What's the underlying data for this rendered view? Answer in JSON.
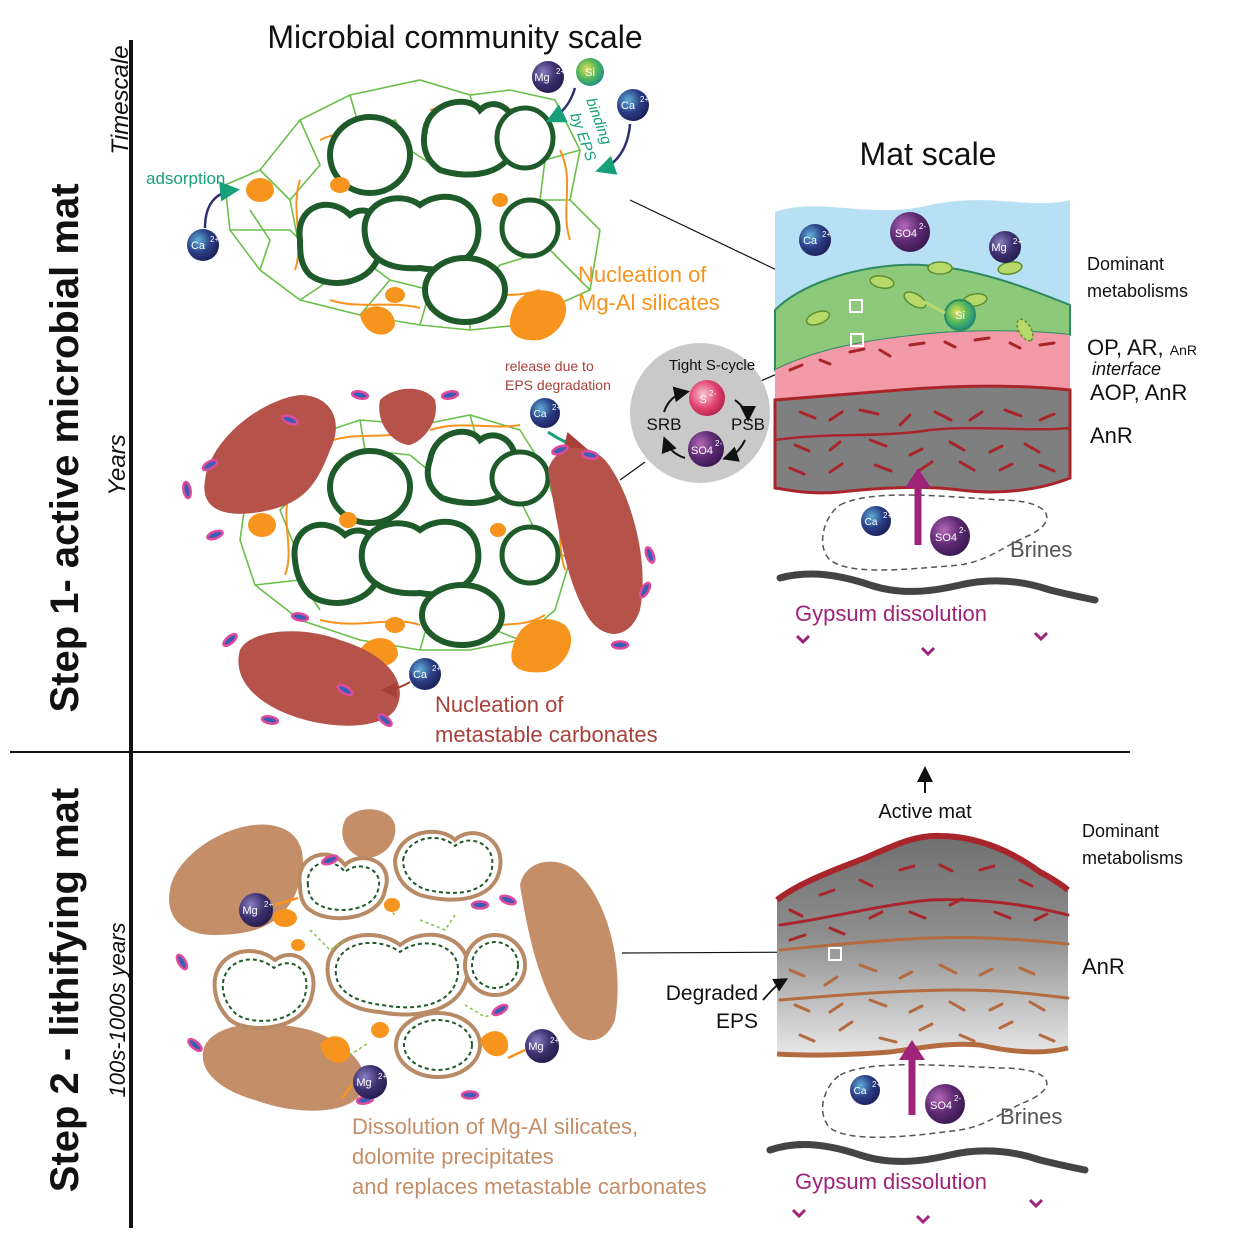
{
  "headings": {
    "microbial_scale": "Microbial community scale",
    "mat_scale": "Mat scale"
  },
  "axis": {
    "timescale": "Timescale",
    "years": "Years",
    "years_long": "100s-1000s years",
    "step1": "Step 1- active microbial mat",
    "step2": "Step 2 - lithifying mat"
  },
  "step1": {
    "ions": {
      "ca": "Ca",
      "mg": "Mg",
      "si": "Si",
      "so4": "SO4",
      "charge_2plus": "2+",
      "charge_2minus": "2-",
      "s": "S"
    },
    "adsorption": "adsorption",
    "binding": "binding",
    "by_eps": "by EPS",
    "nucleation_silicates_1": "Nucleation of",
    "nucleation_silicates_2": "Mg-Al silicates",
    "release_1": "release due to",
    "release_2": "EPS degradation",
    "s_cycle": {
      "title": "Tight S-cycle",
      "srb": "SRB",
      "psb": "PSB"
    },
    "nucleation_carbonates_1": "Nucleation of",
    "nucleation_carbonates_2": "metastable carbonates",
    "dominant_1": "Dominant",
    "dominant_2": "metabolisms",
    "layer_op": "OP, AR,",
    "layer_op_small": "AnR",
    "interface": "interface",
    "layer_aop": "AOP, AnR",
    "layer_anr": "AnR",
    "brines": "Brines",
    "gypsum": "Gypsum dissolution"
  },
  "step2": {
    "active_mat": "Active mat",
    "dominant_1": "Dominant",
    "dominant_2": "metabolisms",
    "layer_anr": "AnR",
    "degraded_1": "Degraded",
    "degraded_2": "EPS",
    "brines": "Brines",
    "gypsum": "Gypsum dissolution",
    "dissolution_1": "Dissolution of Mg-Al silicates,",
    "dissolution_2": "dolomite precipitates",
    "dissolution_3": "and replaces metastable carbonates"
  },
  "colors": {
    "dark_green": "#1e5a2a",
    "eps_green": "#6abf4b",
    "eps_orange": "#f7941d",
    "silicate_orange": "#f7941d",
    "carbonate_red": "#b5534a",
    "dolomite_tan": "#c48e68",
    "magenta": "#9b2a86",
    "teal": "#17a07a",
    "water_blue": "#b8e0f4",
    "mat_green": "#8cc97a",
    "mat_pink": "#f29aa8",
    "mat_gray": "#7f7f7f"
  }
}
